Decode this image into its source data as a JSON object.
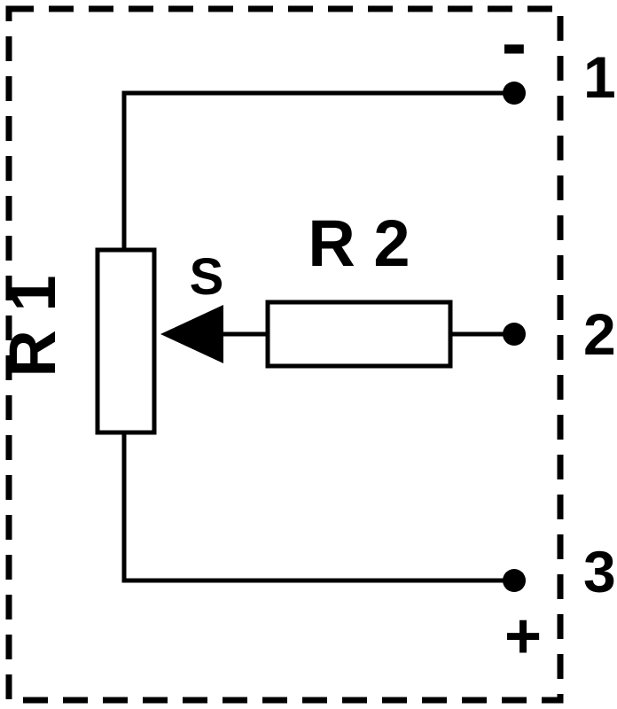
{
  "diagram": {
    "title": "potentiometer-sensor-wiring-schematic",
    "colors": {
      "line": "#000000",
      "background": "#ffffff"
    },
    "components": {
      "r1_label": "R 1",
      "r2_label": "R 2",
      "wiper_label": "S"
    },
    "terminals": {
      "t1": {
        "number": "1",
        "polarity": "-"
      },
      "t2": {
        "number": "2",
        "polarity": ""
      },
      "t3": {
        "number": "3",
        "polarity": "+"
      }
    }
  }
}
